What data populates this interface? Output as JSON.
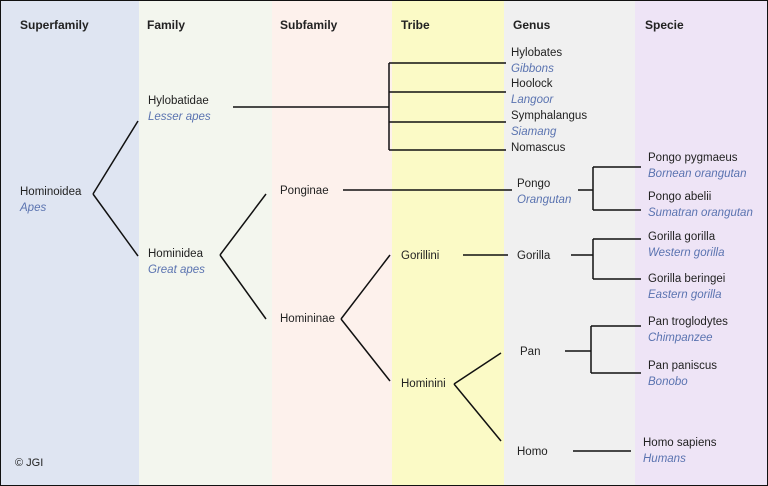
{
  "column_colors": {
    "superfamily": "#dfe5f2",
    "family": "#f3f6ee",
    "subfamily": "#fdf1ec",
    "tribe": "#fbfac6",
    "genus": "#f0f0f0",
    "specie": "#eee4f6"
  },
  "common_name_color": "#5a73b0",
  "headers": {
    "superfamily": "Superfamily",
    "family": "Family",
    "subfamily": "Subfamily",
    "tribe": "Tribe",
    "genus": "Genus",
    "specie": "Specie"
  },
  "superfamily": {
    "name": "Hominoidea",
    "common": "Apes"
  },
  "families": {
    "hylobatidae": {
      "name": "Hylobatidae",
      "common": "Lesser apes"
    },
    "hominidea": {
      "name": "Hominidea",
      "common": "Great apes"
    }
  },
  "subfamilies": {
    "ponginae": "Ponginae",
    "homininae": "Homininae"
  },
  "tribes": {
    "gorillini": "Gorillini",
    "hominini": "Hominini"
  },
  "genera": {
    "hylobates": {
      "name": "Hylobates",
      "common": "Gibbons"
    },
    "hoolock": {
      "name": "Hoolock",
      "common": "Langoor"
    },
    "symphalangus": {
      "name": "Symphalangus",
      "common": "Siamang"
    },
    "nomascus": {
      "name": "Nomascus"
    },
    "pongo": {
      "name": "Pongo",
      "common": "Orangutan"
    },
    "gorilla": {
      "name": "Gorilla"
    },
    "pan": {
      "name": "Pan"
    },
    "homo": {
      "name": "Homo"
    }
  },
  "species": {
    "pongo_pygmaeus": {
      "name": "Pongo pygmaeus",
      "common": "Bornean orangutan"
    },
    "pongo_abelii": {
      "name": "Pongo abelii",
      "common": "Sumatran orangutan"
    },
    "gorilla_gorilla": {
      "name": "Gorilla gorilla",
      "common": "Western gorilla"
    },
    "gorilla_beringei": {
      "name": "Gorilla beringei",
      "common": "Eastern gorilla"
    },
    "pan_troglodytes": {
      "name": "Pan troglodytes",
      "common": "Chimpanzee"
    },
    "pan_paniscus": {
      "name": "Pan paniscus",
      "common": "Bonobo"
    },
    "homo_sapiens": {
      "name": "Homo sapiens",
      "common": "Humans"
    }
  },
  "copyright": "© JGI"
}
